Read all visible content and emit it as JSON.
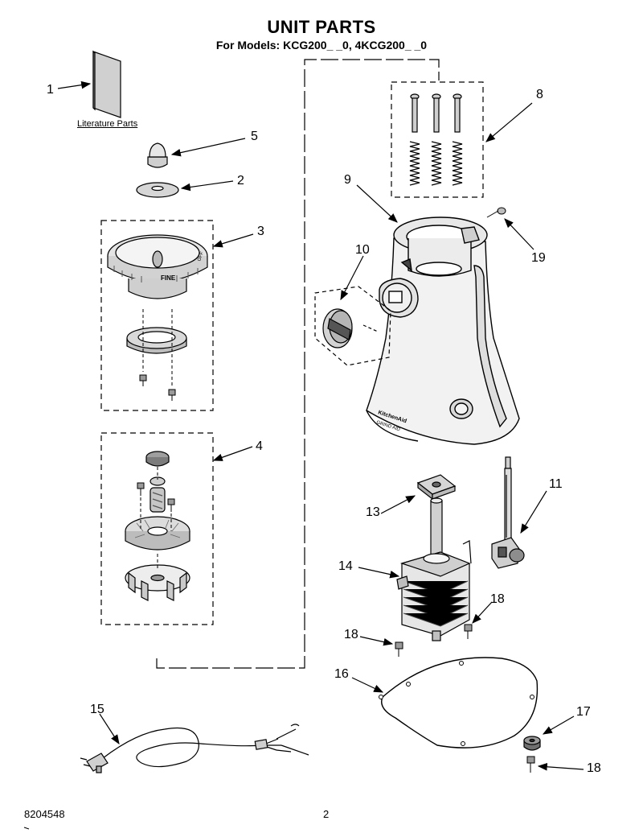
{
  "header": {
    "title": "UNIT PARTS",
    "subtitle": "For Models: KCG200_ _0, 4KCG200_ _0"
  },
  "literature_label": "Literature Parts",
  "callouts": {
    "c1": "1",
    "c2": "2",
    "c3": "3",
    "c4": "4",
    "c5": "5",
    "c8": "8",
    "c9": "9",
    "c10": "10",
    "c11": "11",
    "c13": "13",
    "c14": "14",
    "c15": "15",
    "c16": "16",
    "c17": "17",
    "c18a": "18",
    "c18b": "18",
    "c18c": "18",
    "c19": "19"
  },
  "part_markings": {
    "ring_fine": "FINE",
    "ring_side": "OFF",
    "housing_brand": "KitchenAid",
    "housing_model": "GRIND AID"
  },
  "footer": {
    "doc_number": "8204548",
    "page": "2"
  }
}
